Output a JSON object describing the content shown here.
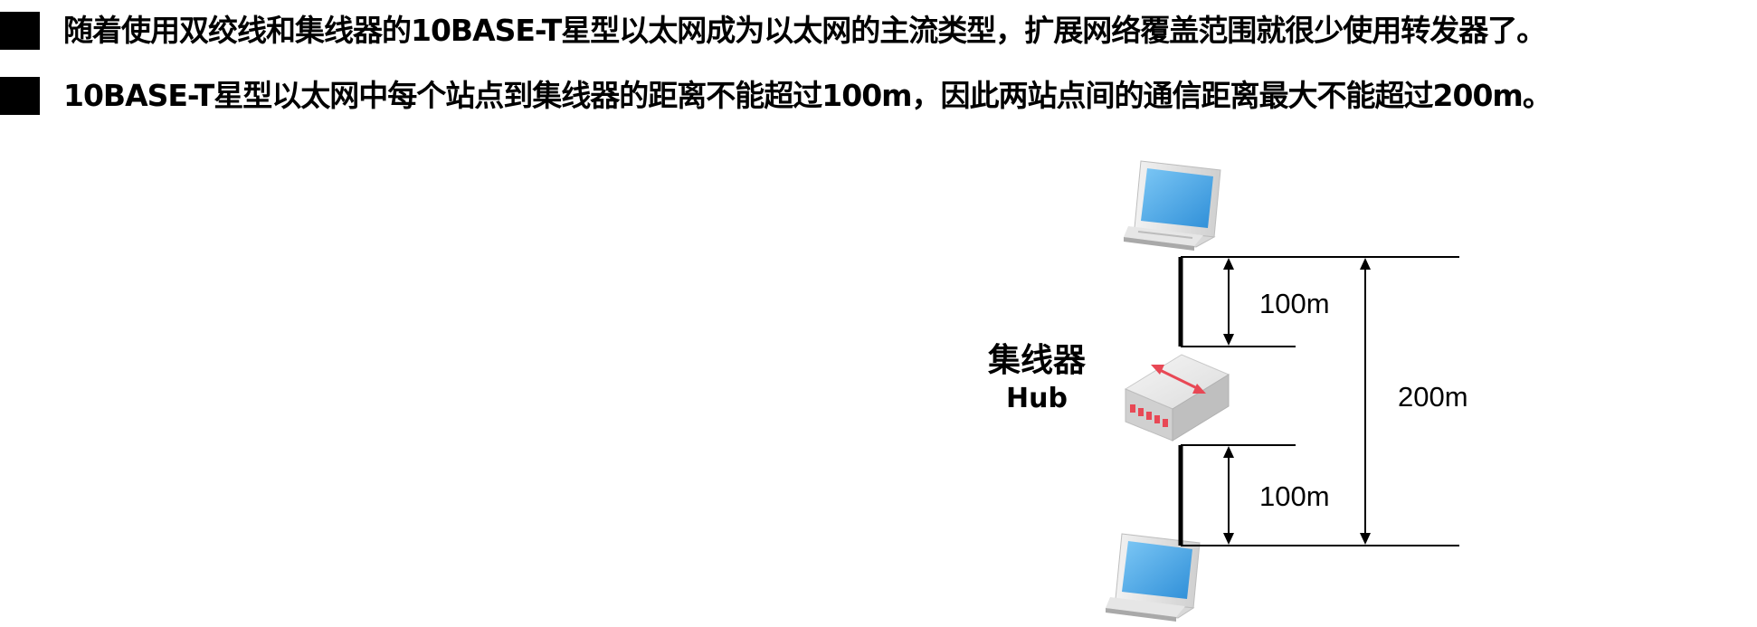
{
  "bullets": [
    "随着使用双绞线和集线器的10BASE-T星型以太网成为以太网的主流类型，扩展网络覆盖范围就很少使用转发器了。",
    "10BASE-T星型以太网中每个站点到集线器的距离不能超过100m，因此两站点间的通信距离最大不能超过200m。"
  ],
  "diagram": {
    "hub_label_zh": "集线器",
    "hub_label_en": "Hub",
    "distance_upper": "100m",
    "distance_lower": "100m",
    "distance_total": "200m",
    "icons": [
      "laptop-top-icon",
      "hub-icon",
      "laptop-bottom-icon"
    ],
    "colors": {
      "laptop_screen": "#3aa0e6",
      "hub_body": "#d9d9d9",
      "hub_accent": "#e84855"
    }
  }
}
